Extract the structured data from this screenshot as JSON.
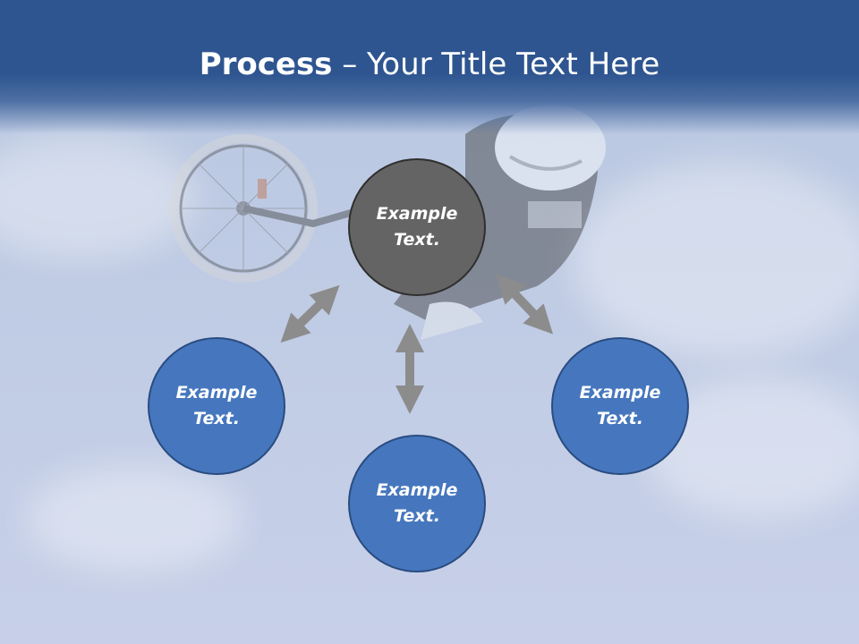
{
  "slide": {
    "title_bold": "Process",
    "title_rest": " – Your Title Text Here"
  },
  "diagram": {
    "center": {
      "label": "Example\nText."
    },
    "nodes": [
      {
        "id": "left",
        "label": "Example\nText."
      },
      {
        "id": "bottom",
        "label": "Example\nText."
      },
      {
        "id": "right",
        "label": "Example\nText."
      }
    ]
  },
  "colors": {
    "title_bar": "#2e5590",
    "center_node": "#646464",
    "outer_node": "#4677be",
    "arrow": "#8c8c8c"
  },
  "icons": [
    "bmx-rider-photo",
    "double-arrow-icon"
  ]
}
